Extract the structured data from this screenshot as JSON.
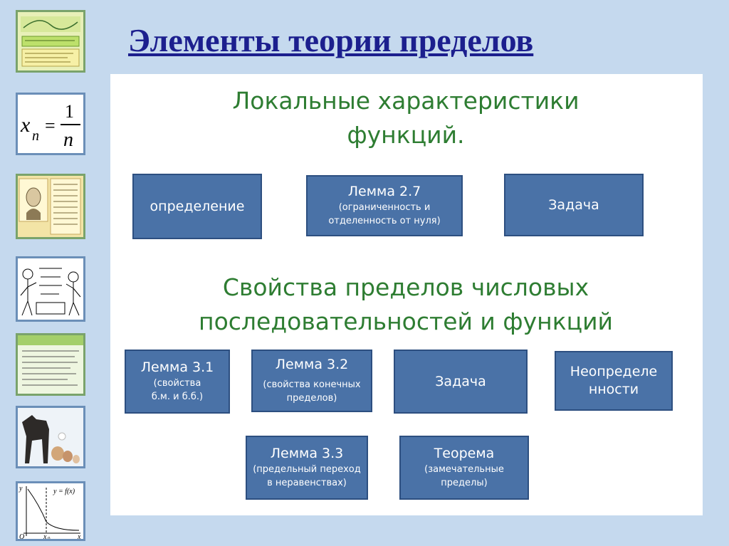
{
  "slide": {
    "title": "Элементы теории пределов"
  },
  "section_local": {
    "heading_line1": "Локальные характеристики",
    "heading_line2": "функций.",
    "boxes": [
      {
        "main": "определение",
        "sub": ""
      },
      {
        "main": "Лемма 2.7",
        "sub_line1": "(ограниченность и",
        "sub_line2": "отделенность от нуля)"
      },
      {
        "main": "Задача",
        "sub": ""
      }
    ]
  },
  "section_limits": {
    "heading_line1": "Свойства пределов числовых",
    "heading_line2": "последовательностей и функций",
    "boxes": [
      {
        "main": "Лемма 3.1",
        "sub_line1": "(свойства",
        "sub_line2": "б.м. и б.б.)"
      },
      {
        "main": "Лемма 3.2",
        "sub_line1": "(свойства конечных",
        "sub_line2": "пределов)"
      },
      {
        "main": "Задача"
      },
      {
        "main_line1": "Неопределе",
        "main_line2": "нности"
      },
      {
        "main": "Лемма 3.3",
        "sub_line1": "(предельный переход",
        "sub_line2": "в неравенствах)"
      },
      {
        "main": "Теорема",
        "sub_line1": "(замечательные",
        "sub_line2": "пределы)"
      }
    ]
  },
  "thumbnails": {
    "formula": {
      "x": "x",
      "n": "n",
      "eq": "=",
      "one": "1"
    },
    "graph": {
      "y": "y",
      "fx": "y = f(x)",
      "o": "O",
      "x0": "x",
      "x0sub": "0",
      "x": "x"
    }
  },
  "colors": {
    "title": "#1c1f8e",
    "heading": "#2e7d32",
    "box_fill": "#4a72a7",
    "box_border": "#2d4f80",
    "background": "#c5d9ee"
  }
}
